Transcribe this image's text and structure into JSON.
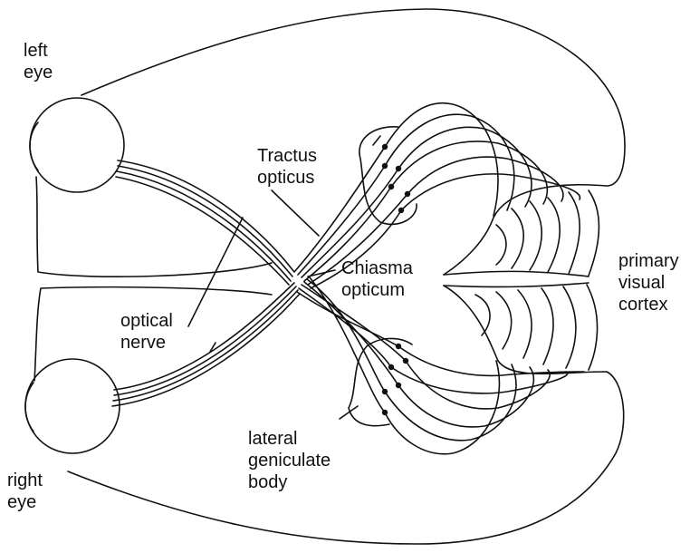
{
  "colors": {
    "ink": "#111111",
    "background": "#ffffff"
  },
  "labels": {
    "left_eye": "left\neye",
    "right_eye": "right\neye",
    "tractus_opticus": "Tractus\nopticus",
    "chiasma_opticum": "Chiasma\nopticum",
    "primary_visual_cortex": "primary\nvisual\ncortex",
    "optical_nerve": "optical\nnerve",
    "lateral_geniculate_body": "lateral\ngeniculate\nbody"
  }
}
